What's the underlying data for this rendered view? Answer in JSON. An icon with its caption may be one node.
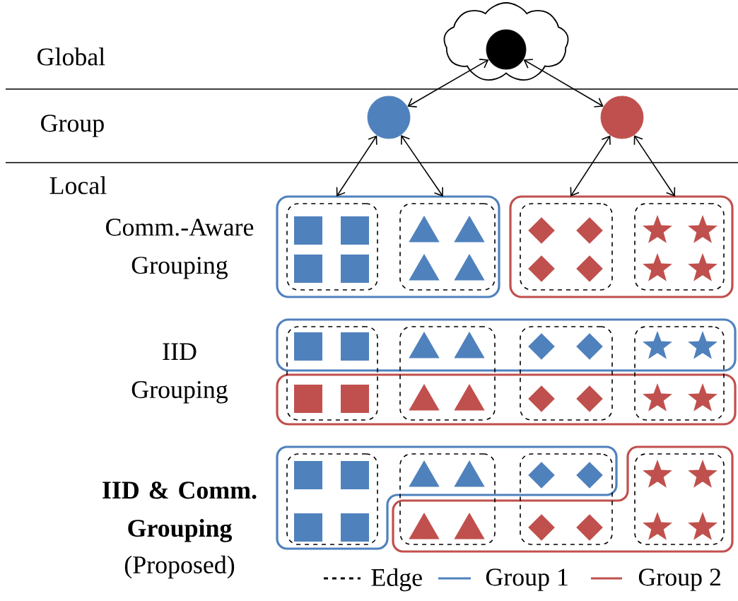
{
  "diagram": {
    "nodes": [
      {
        "text": [],
        "shape": "cloud"
      },
      {
        "text": [],
        "shape": "circle",
        "in": 0
      },
      {
        "text": [],
        "shape": "circle"
      },
      {
        "text": [],
        "shape": "circle"
      },
      {
        "text": [],
        "shape": "box"
      },
      {
        "text": [],
        "shape": "box",
        "in": 4
      },
      {
        "text": [],
        "shape": "box",
        "in": 4
      },
      {
        "text": [],
        "shape": "box"
      },
      {
        "text": [],
        "shape": "box",
        "in": 7
      },
      {
        "text": [],
        "shape": "box",
        "in": 7
      },
      {
        "text": [],
        "shape": "box"
      },
      {
        "text": [],
        "shape": "box"
      },
      {
        "text": [],
        "shape": "box"
      },
      {
        "text": [],
        "shape": "box"
      },
      {
        "text": [],
        "shape": "box"
      },
      {
        "text": [],
        "shape": "box"
      },
      {
        "text": [],
        "shape": "box"
      },
      {
        "text": [],
        "shape": "box"
      },
      {
        "text": [],
        "shape": "box",
        "in": 16
      },
      {
        "text": [],
        "shape": "box"
      },
      {
        "text": [],
        "shape": "box"
      },
      {
        "text": [],
        "shape": "box",
        "in": 17
      }
    ],
    "edges": [
      {
        "from": 1,
        "to": 2,
        "arrow": "both"
      },
      {
        "from": 1,
        "to": 3,
        "arrow": "both"
      },
      {
        "from": 2,
        "to": 5,
        "arrow": "both"
      },
      {
        "from": 2,
        "to": 6,
        "arrow": "both"
      },
      {
        "from": 3,
        "to": 8,
        "arrow": "both"
      },
      {
        "from": 3,
        "to": 9,
        "arrow": "both"
      }
    ],
    "labels": [
      "Global",
      "Group",
      "Local",
      "Comm.-Aware Grouping",
      "IID Grouping",
      "IID & Comm. Grouping",
      "(Proposed)"
    ],
    "legend": [
      {
        "text": "Edge"
      },
      {
        "text": "Group 1"
      },
      {
        "text": "Group 2"
      }
    ]
  }
}
